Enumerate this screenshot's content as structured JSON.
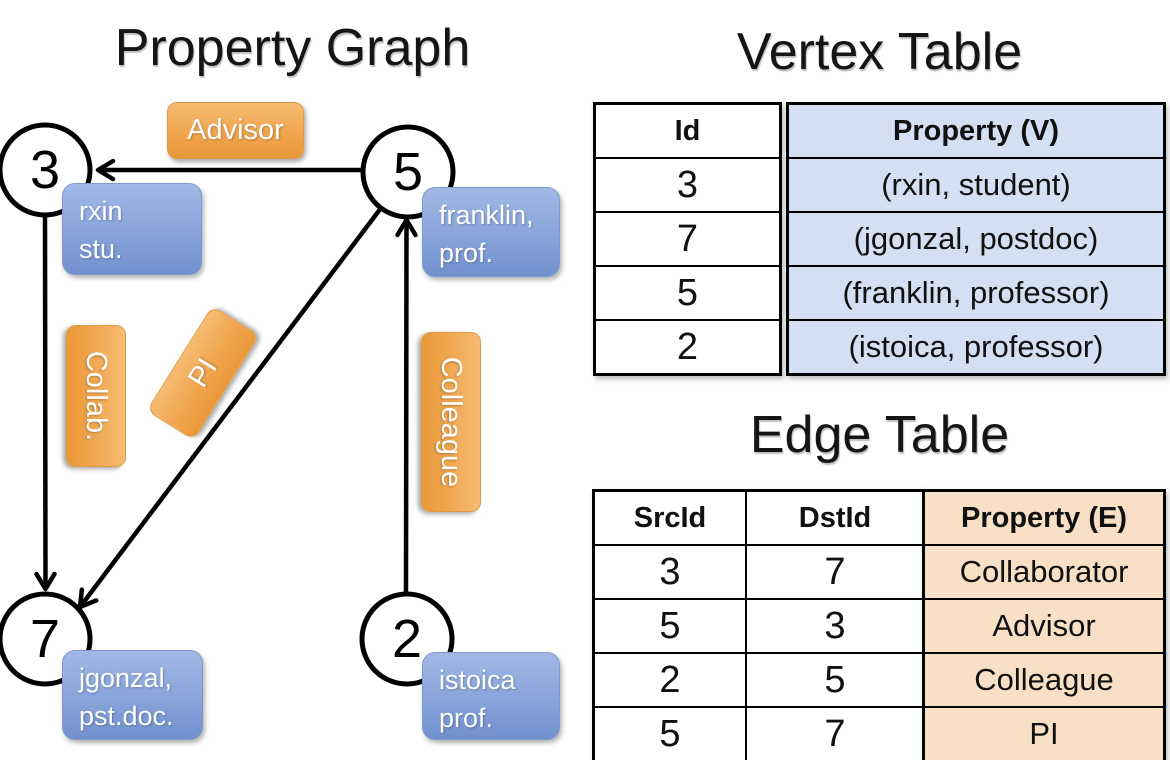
{
  "titles": {
    "property_graph": "Property Graph",
    "vertex_table": "Vertex Table",
    "edge_table": "Edge Table"
  },
  "graph": {
    "nodes": [
      {
        "id": "3"
      },
      {
        "id": "5"
      },
      {
        "id": "7"
      },
      {
        "id": "2"
      }
    ],
    "edge_labels": {
      "advisor": "Advisor",
      "collab": "Collab.",
      "pi": "PI",
      "colleague": "Colleague"
    },
    "vertex_labels": {
      "rxin": {
        "line1": "rxin",
        "line2": "stu."
      },
      "franklin": {
        "line1": "franklin,",
        "line2": "prof."
      },
      "jgonzal": {
        "line1": "jgonzal,",
        "line2": "pst.doc."
      },
      "istoica": {
        "line1": "istoica",
        "line2": "prof."
      }
    }
  },
  "vertex_table": {
    "headers": {
      "id": "Id",
      "property": "Property (V)"
    },
    "rows": [
      {
        "id": "3",
        "property": "(rxin, student)"
      },
      {
        "id": "7",
        "property": "(jgonzal, postdoc)"
      },
      {
        "id": "5",
        "property": "(franklin, professor)"
      },
      {
        "id": "2",
        "property": "(istoica, professor)"
      }
    ]
  },
  "edge_table": {
    "headers": {
      "src": "SrcId",
      "dst": "DstId",
      "property": "Property (E)"
    },
    "rows": [
      {
        "src": "3",
        "dst": "7",
        "property": "Collaborator"
      },
      {
        "src": "5",
        "dst": "3",
        "property": "Advisor"
      },
      {
        "src": "2",
        "dst": "5",
        "property": "Colleague"
      },
      {
        "src": "5",
        "dst": "7",
        "property": "PI"
      }
    ]
  },
  "colors": {
    "edge_label_orange": "#F0A64F",
    "vertex_label_blue": "#88A4DB",
    "vertex_property_bg": "#D3DFF2",
    "edge_property_bg": "#F8E0C6",
    "node_fill": "#FFFFFF",
    "line_black": "#000000"
  }
}
